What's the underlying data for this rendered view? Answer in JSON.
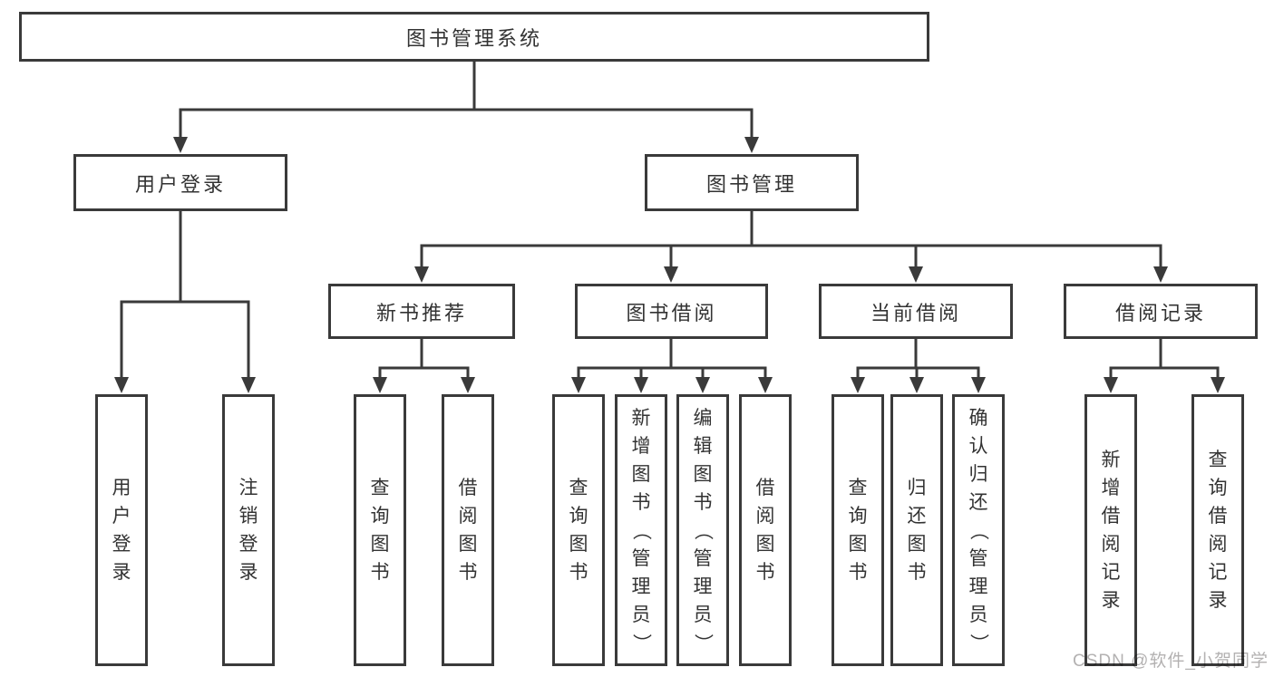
{
  "nodes": {
    "root": "图书管理系统",
    "user_login": "用户登录",
    "book_management": "图书管理",
    "new_book_recommend": "新书推荐",
    "book_borrow": "图书借阅",
    "current_borrow": "当前借阅",
    "borrow_records": "借阅记录",
    "login_children": {
      "login": "用户登录",
      "logout": "注销登录"
    },
    "new_book_children": {
      "query": "查询图书",
      "borrow": "借阅图书"
    },
    "book_borrow_children": {
      "query": "查询图书",
      "add": "新增图书（管理员）",
      "edit": "编辑图书（管理员）",
      "borrow": "借阅图书"
    },
    "current_borrow_children": {
      "query": "查询图书",
      "return": "归还图书",
      "confirm": "确认归还（管理员）"
    },
    "borrow_records_children": {
      "add": "新增借阅记录",
      "query": "查询借阅记录"
    }
  },
  "watermark": "CSDN @软件_小贺同学",
  "colors": {
    "line": "#3a3a3a",
    "text": "#333333",
    "watermark": "#b3b1b1"
  }
}
